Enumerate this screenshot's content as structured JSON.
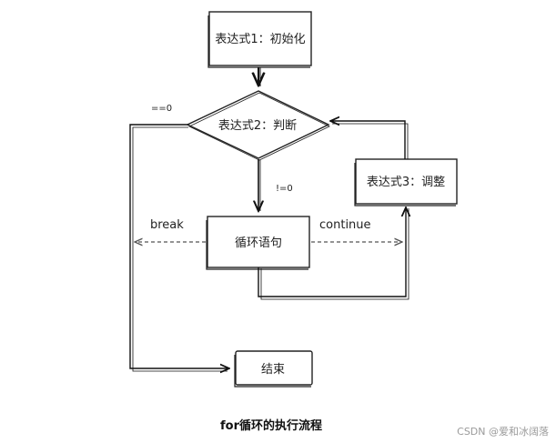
{
  "nodes": {
    "init": "表达式1：初始化",
    "judge": "表达式2：判断",
    "adjust": "表达式3：调整",
    "body": "循环语句",
    "end": "结束"
  },
  "edges": {
    "false_label": "==0",
    "true_label": "!=0",
    "break_label": "break",
    "continue_label": "continue"
  },
  "caption": "for循环的执行流程",
  "watermark": "CSDN @爱和冰阔落"
}
